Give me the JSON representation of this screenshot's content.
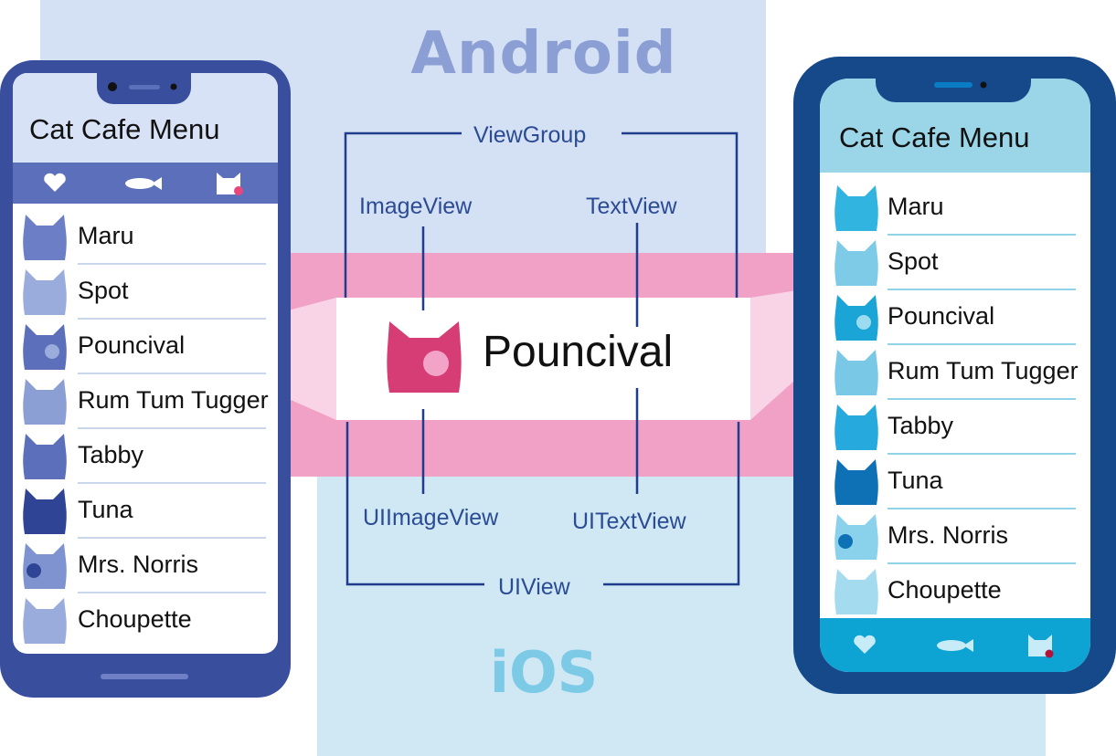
{
  "platforms": {
    "android": "Android",
    "ios": "iOS"
  },
  "center": {
    "name": "Pouncival",
    "android_labels": {
      "container": "ViewGroup",
      "image": "ImageView",
      "text": "TextView"
    },
    "ios_labels": {
      "container": "UIView",
      "image": "UIImageView",
      "text": "UITextView"
    }
  },
  "android_app": {
    "title": "Cat Cafe Menu",
    "tabs": [
      {
        "icon": "heart-icon"
      },
      {
        "icon": "fish-icon"
      },
      {
        "icon": "cat-icon"
      }
    ],
    "items": [
      {
        "label": "Maru",
        "icon": "cat-head-icon"
      },
      {
        "label": "Spot",
        "icon": "cat-head-icon"
      },
      {
        "label": "Pouncival",
        "icon": "cat-head-icon"
      },
      {
        "label": "Rum Tum Tugger",
        "icon": "cat-head-icon"
      },
      {
        "label": "Tabby",
        "icon": "cat-head-icon"
      },
      {
        "label": "Tuna",
        "icon": "cat-head-icon"
      },
      {
        "label": "Mrs. Norris",
        "icon": "cat-head-icon"
      },
      {
        "label": "Choupette",
        "icon": "cat-head-icon"
      }
    ]
  },
  "ios_app": {
    "title": "Cat Cafe Menu",
    "tabs": [
      {
        "icon": "heart-icon"
      },
      {
        "icon": "fish-icon"
      },
      {
        "icon": "cat-icon"
      }
    ],
    "items": [
      {
        "label": "Maru",
        "icon": "cat-head-icon"
      },
      {
        "label": "Spot",
        "icon": "cat-head-icon"
      },
      {
        "label": "Pouncival",
        "icon": "cat-head-icon"
      },
      {
        "label": "Rum Tum Tugger",
        "icon": "cat-head-icon"
      },
      {
        "label": "Tabby",
        "icon": "cat-head-icon"
      },
      {
        "label": "Tuna",
        "icon": "cat-head-icon"
      },
      {
        "label": "Mrs. Norris",
        "icon": "cat-head-icon"
      },
      {
        "label": "Choupette",
        "icon": "cat-head-icon"
      }
    ]
  },
  "colors": {
    "android_bg": "#d4e0f3",
    "ios_bg": "#cfe8f4",
    "highlight": "#f1a0c6",
    "android_accent": "#3a4e9e",
    "ios_accent": "#15498a",
    "pouncival_icon": "#d63d75"
  }
}
